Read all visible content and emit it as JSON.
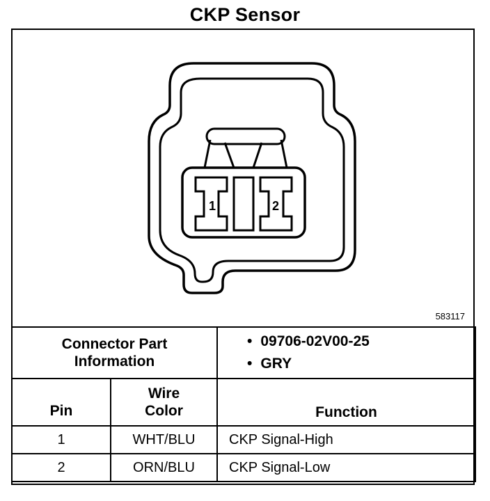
{
  "title": "CKP Sensor",
  "connector": {
    "pin_labels": [
      "1",
      "2"
    ],
    "part_code": "583117"
  },
  "part_info": {
    "label_line1": "Connector Part",
    "label_line2": "Information",
    "items": [
      "09706-02V00-25",
      "GRY"
    ]
  },
  "pin_table": {
    "headers": {
      "pin": "Pin",
      "wire_line1": "Wire",
      "wire_line2": "Color",
      "function": "Function"
    },
    "rows": [
      {
        "pin": "1",
        "wire_color": "WHT/BLU",
        "function": "CKP Signal-High"
      },
      {
        "pin": "2",
        "wire_color": "ORN/BLU",
        "function": "CKP Signal-Low"
      }
    ]
  }
}
